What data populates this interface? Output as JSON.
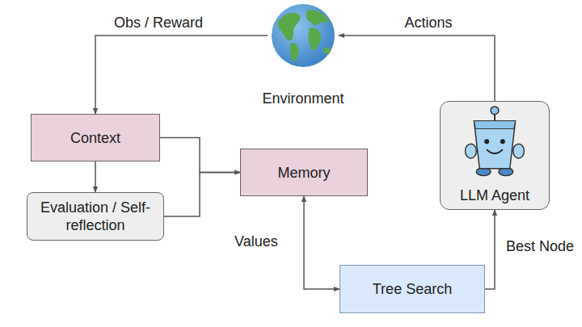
{
  "diagram": {
    "nodes": [
      {
        "text": [
          "Context"
        ]
      },
      {
        "text": [
          "Evaluation / Self-reflection"
        ]
      },
      {
        "text": [
          "Memory"
        ]
      },
      {
        "text": [
          "Tree Search"
        ]
      },
      {
        "text": [
          "LLM Agent"
        ]
      },
      {
        "text": [
          "Environment"
        ]
      }
    ],
    "edges": [
      {
        "from": 5,
        "to": 0,
        "label": "Obs / Reward",
        "arrow": "to"
      },
      {
        "from": 4,
        "to": 5,
        "label": "Actions",
        "arrow": "to"
      },
      {
        "from": 0,
        "to": 2,
        "arrow": "to"
      },
      {
        "from": 1,
        "to": 2,
        "arrow": "to"
      },
      {
        "from": 0,
        "to": 1,
        "arrow": "to"
      },
      {
        "from": 2,
        "to": 3,
        "label": "Values",
        "arrow": "both"
      },
      {
        "from": 3,
        "to": 4,
        "label": "Best Node",
        "arrow": "to"
      }
    ]
  }
}
